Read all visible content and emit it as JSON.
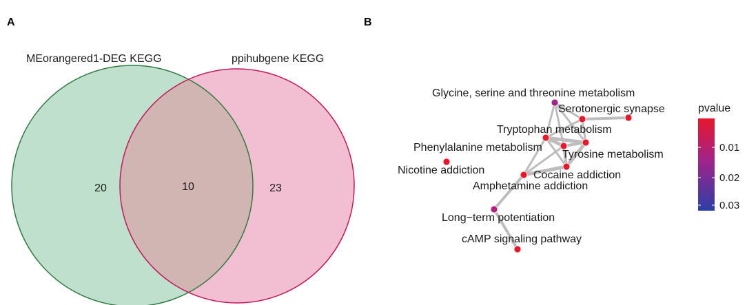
{
  "panel_a": {
    "label": "A",
    "sets": [
      {
        "title": "MEorangered1-DEG KEGG",
        "fill": "#bfe0cc",
        "stroke": "#2f7a3f"
      },
      {
        "title": "ppihubgene KEGG",
        "fill": "#f2bfd2",
        "stroke": "#c2185b"
      }
    ],
    "intersection_fill": "#d1b5b2",
    "counts": {
      "left_only": "20",
      "both": "10",
      "right_only": "23"
    }
  },
  "panel_b": {
    "label": "B",
    "legend": {
      "title": "pvalue",
      "ticks": [
        "0.01",
        "0.02",
        "0.03"
      ],
      "color_high": "#e8172b",
      "color_mid": "#a2238a",
      "color_low": "#2a3fa6"
    },
    "edge_color": "#bdbdbd",
    "nodes": [
      {
        "id": "glycine",
        "label": "Glycine, serine and threonine metabolism",
        "color": "#a2238a"
      },
      {
        "id": "serotonergic",
        "label": "Serotonergic synapse",
        "color": "#e8172b"
      },
      {
        "id": "serotonergic2",
        "label": "",
        "color": "#e8172b"
      },
      {
        "id": "tryptophan",
        "label": "Tryptophan metabolism",
        "color": "#e8172b"
      },
      {
        "id": "phenylalanine",
        "label": "Phenylalanine metabolism",
        "color": "#e8172b"
      },
      {
        "id": "tyrosine",
        "label": "Tyrosine metabolism",
        "color": "#e8172b"
      },
      {
        "id": "nicotine",
        "label": "Nicotine addiction",
        "color": "#e8172b"
      },
      {
        "id": "cocaine",
        "label": "Cocaine addiction",
        "color": "#e8172b"
      },
      {
        "id": "amphetamine",
        "label": "Amphetamine addiction",
        "color": "#e8172b"
      },
      {
        "id": "ltp",
        "label": "Long−term potentiation",
        "color": "#b5207a"
      },
      {
        "id": "camp",
        "label": "cAMP signaling pathway",
        "color": "#e8172b"
      }
    ]
  }
}
